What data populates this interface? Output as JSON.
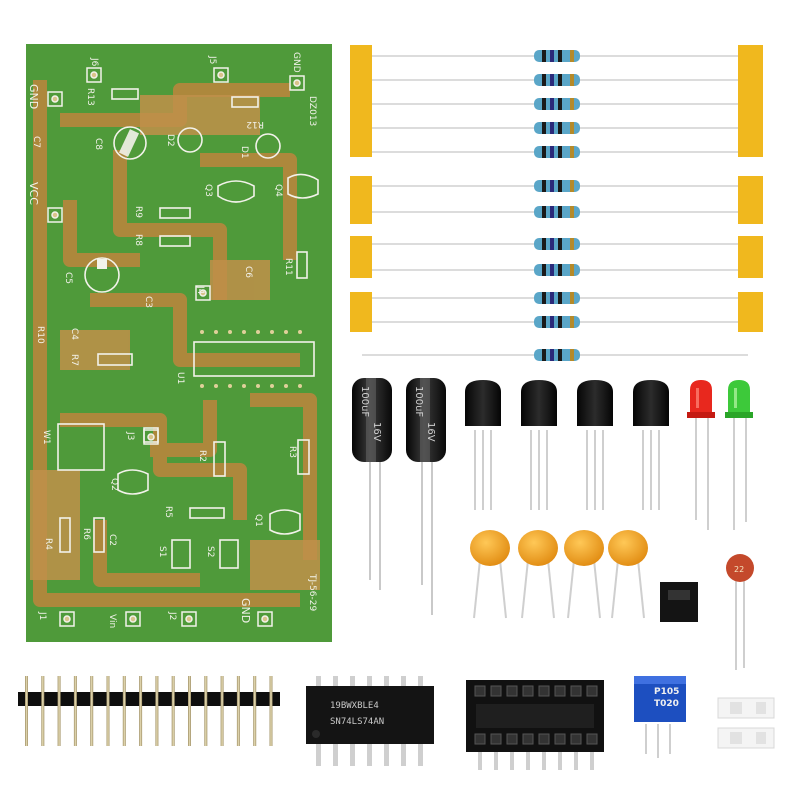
{
  "pcb": {
    "labels": [
      {
        "id": "j6",
        "text": "J6"
      },
      {
        "id": "j5",
        "text": "J5"
      },
      {
        "id": "gnd_tr",
        "text": "GND"
      },
      {
        "id": "gnd_l",
        "text": "GND"
      },
      {
        "id": "r13",
        "text": "R13"
      },
      {
        "id": "r12",
        "text": "R12"
      },
      {
        "id": "dz",
        "text": "DZ013"
      },
      {
        "id": "c7",
        "text": "C7"
      },
      {
        "id": "c8",
        "text": "C8"
      },
      {
        "id": "d2",
        "text": "D2"
      },
      {
        "id": "d1",
        "text": "D1"
      },
      {
        "id": "vcc",
        "text": "VCC"
      },
      {
        "id": "q3",
        "text": "Q3"
      },
      {
        "id": "q4",
        "text": "Q4"
      },
      {
        "id": "r9",
        "text": "R9"
      },
      {
        "id": "r8",
        "text": "R8"
      },
      {
        "id": "c5",
        "text": "C5"
      },
      {
        "id": "c6",
        "text": "C6"
      },
      {
        "id": "r11",
        "text": "R11"
      },
      {
        "id": "c3",
        "text": "C3"
      },
      {
        "id": "j4",
        "text": "J4"
      },
      {
        "id": "r10",
        "text": "R10"
      },
      {
        "id": "c4",
        "text": "C4"
      },
      {
        "id": "r7",
        "text": "R7"
      },
      {
        "id": "u1",
        "text": "U1"
      },
      {
        "id": "w1",
        "text": "W1"
      },
      {
        "id": "j3",
        "text": "J3"
      },
      {
        "id": "r2",
        "text": "R2"
      },
      {
        "id": "r3",
        "text": "R3"
      },
      {
        "id": "q2",
        "text": "Q2"
      },
      {
        "id": "r5",
        "text": "R5"
      },
      {
        "id": "q1",
        "text": "Q1"
      },
      {
        "id": "r4",
        "text": "R4"
      },
      {
        "id": "r6",
        "text": "R6"
      },
      {
        "id": "c2",
        "text": "C2"
      },
      {
        "id": "s1",
        "text": "S1"
      },
      {
        "id": "s2",
        "text": "S2"
      },
      {
        "id": "j1",
        "text": "J1"
      },
      {
        "id": "vin",
        "text": "Vin"
      },
      {
        "id": "j2",
        "text": "J2"
      },
      {
        "id": "gnd_b",
        "text": "GND"
      },
      {
        "id": "tj",
        "text": "TJ-56-29"
      }
    ]
  },
  "components": {
    "electrolytic_1": {
      "line1": "100uF",
      "line2": "16V"
    },
    "electrolytic_2": {
      "line1": "100uF",
      "line2": "16V"
    },
    "ic_chip": {
      "line1": "19BWXBLE4",
      "line2": "SN74LS74AN"
    },
    "potentiometer": {
      "line1": "P105",
      "line2": "T020"
    },
    "ceramic_small": {
      "text": "22"
    }
  },
  "colors": {
    "pcb_green": "#4f9a3a",
    "copper": "#b8873d",
    "silkscreen": "#f2f2ea",
    "resistor_tape": "#f0b81e",
    "resistor_body": "#5aa6c8",
    "electrolytic": "#1c1c1c",
    "transistor": "#151515",
    "ceramic_cap": "#f3a623",
    "led_red": "#e8281e",
    "led_green": "#3dc93a",
    "potentiometer": "#1d4fc0"
  }
}
